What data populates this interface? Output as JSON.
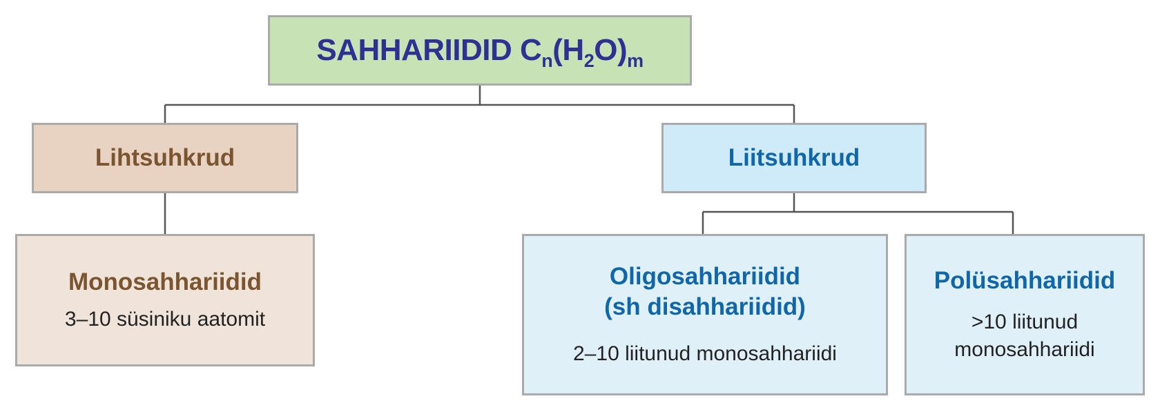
{
  "root": {
    "title_main": "SAHHARIIDID C",
    "sub_n": "n",
    "paren_open": "(H",
    "sub_2": "2",
    "paren_close": "O)",
    "sub_m": "m"
  },
  "simple": {
    "label": "Lihtsuhkrud",
    "child": {
      "title": "Monosahhariidid",
      "description": "3–10 süsiniku aatomit"
    }
  },
  "complex": {
    "label": "Liitsuhkrud",
    "children": [
      {
        "title_line1": "Oligosahhariidid",
        "title_line2": "(sh disahhariidid)",
        "description": "2–10 liitunud monosahhariidi"
      },
      {
        "title": "Polüsahhariidid",
        "description_line1": ">10 liitunud",
        "description_line2": "monosahhariidi"
      }
    ]
  },
  "colors": {
    "root_fill": "#c7e3b6",
    "root_text": "#2e3192",
    "brown_fill": "#e8d3c2",
    "brown_light_fill": "#f0e4da",
    "brown_text": "#7b5430",
    "blue_fill": "#cfebfa",
    "blue_light_fill": "#dff0f9",
    "blue_text": "#0f66a9",
    "border": "#a9aaa9",
    "connector": "#555555"
  }
}
